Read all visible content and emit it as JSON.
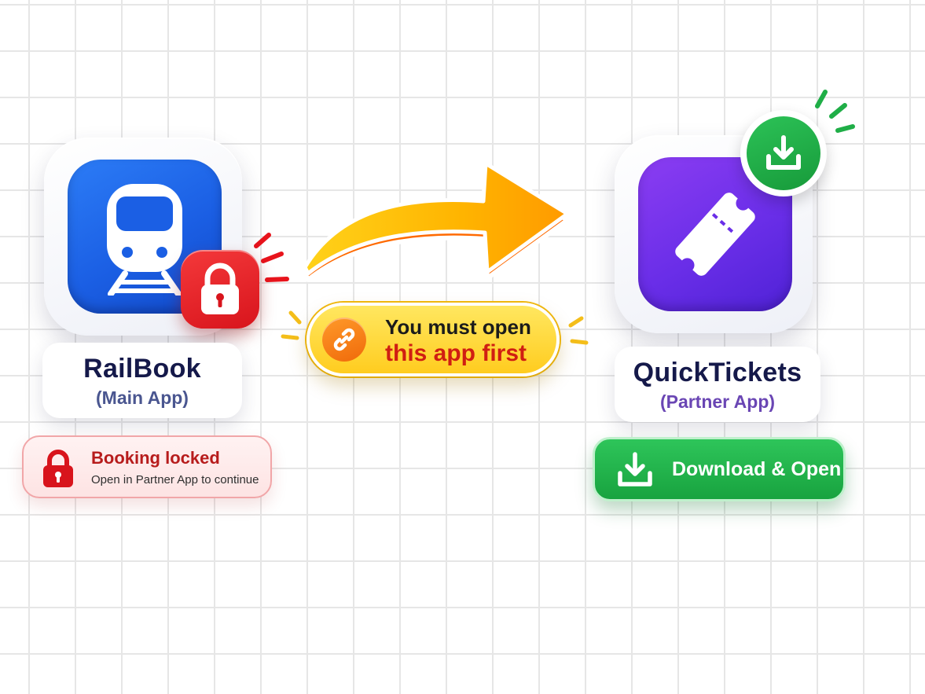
{
  "main_app": {
    "name": "RailBook",
    "subtitle": "(Main App)",
    "icon": "train-icon",
    "badge_icon": "padlock-icon",
    "accent": "#1f66ea"
  },
  "locked_banner": {
    "title": "Booking locked",
    "subtitle": "Open in Partner App to continue",
    "icon": "padlock-icon",
    "accent": "#d8141c"
  },
  "requirement": {
    "line1": "You must open",
    "line2": "this app first",
    "icon": "link-icon",
    "accent": "#ffd21f"
  },
  "partner_app": {
    "name": "QuickTickets",
    "subtitle": "(Partner App)",
    "icon": "ticket-icon",
    "badge_icon": "download-icon",
    "accent": "#6a2ee8"
  },
  "download_button": {
    "label": "Download & Open",
    "icon": "download-icon",
    "accent": "#1fae47"
  }
}
